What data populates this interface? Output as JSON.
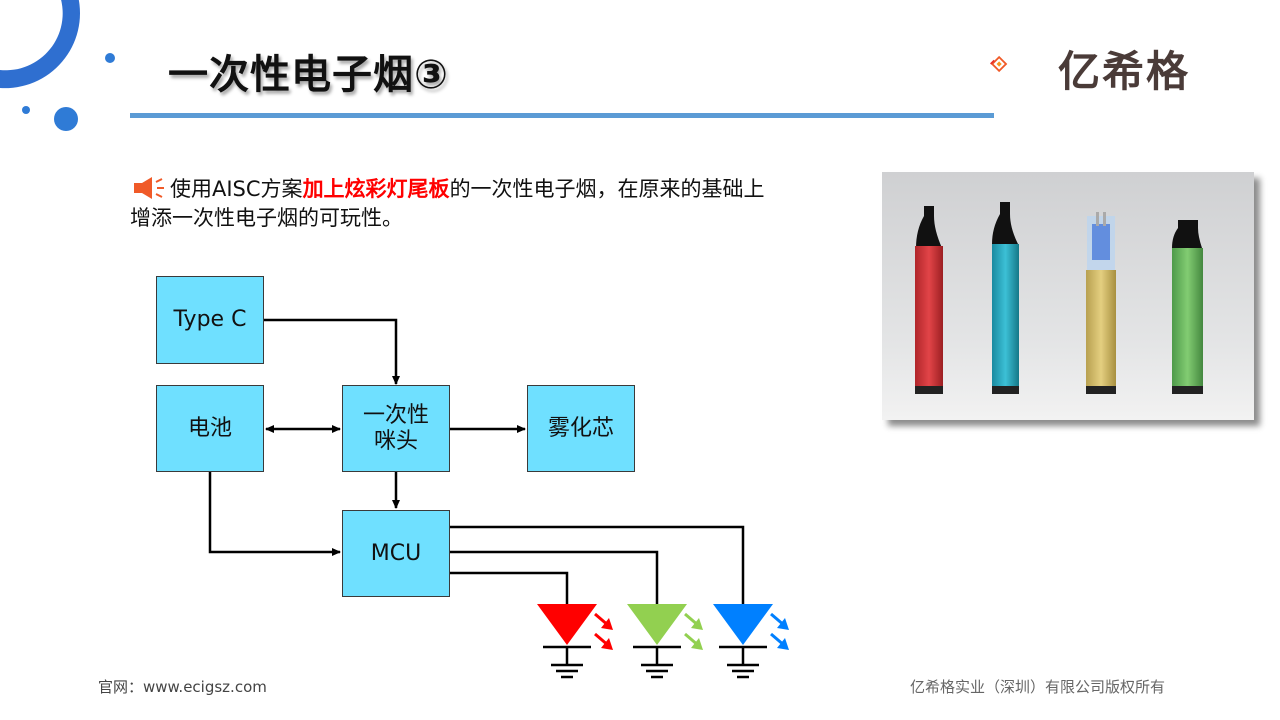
{
  "header": {
    "title": "一次性电子烟③",
    "brand": "亿希格"
  },
  "intro": {
    "prefix": "使用AISC方案",
    "highlight": "加上炫彩灯尾板",
    "suffix_line1": "的一次性电子烟，在原来的基础上",
    "line2": "增添一次性电子烟的可玩性。"
  },
  "diagram": {
    "nodes": {
      "typec": "Type C",
      "battery": "电池",
      "mic_line1": "一次性",
      "mic_line2": "咪头",
      "atomizer": "雾化芯",
      "mcu": "MCU"
    },
    "leds": [
      {
        "color": "#ff0000"
      },
      {
        "color": "#92d050"
      },
      {
        "color": "#0080ff"
      }
    ]
  },
  "footer": {
    "website": "官网：www.ecigsz.com",
    "copyright": "亿希格实业（深圳）有限公司版权所有"
  },
  "colors": {
    "accent": "#5b9bd5",
    "box_fill": "#6fe0ff",
    "highlight": "#ff0000"
  }
}
